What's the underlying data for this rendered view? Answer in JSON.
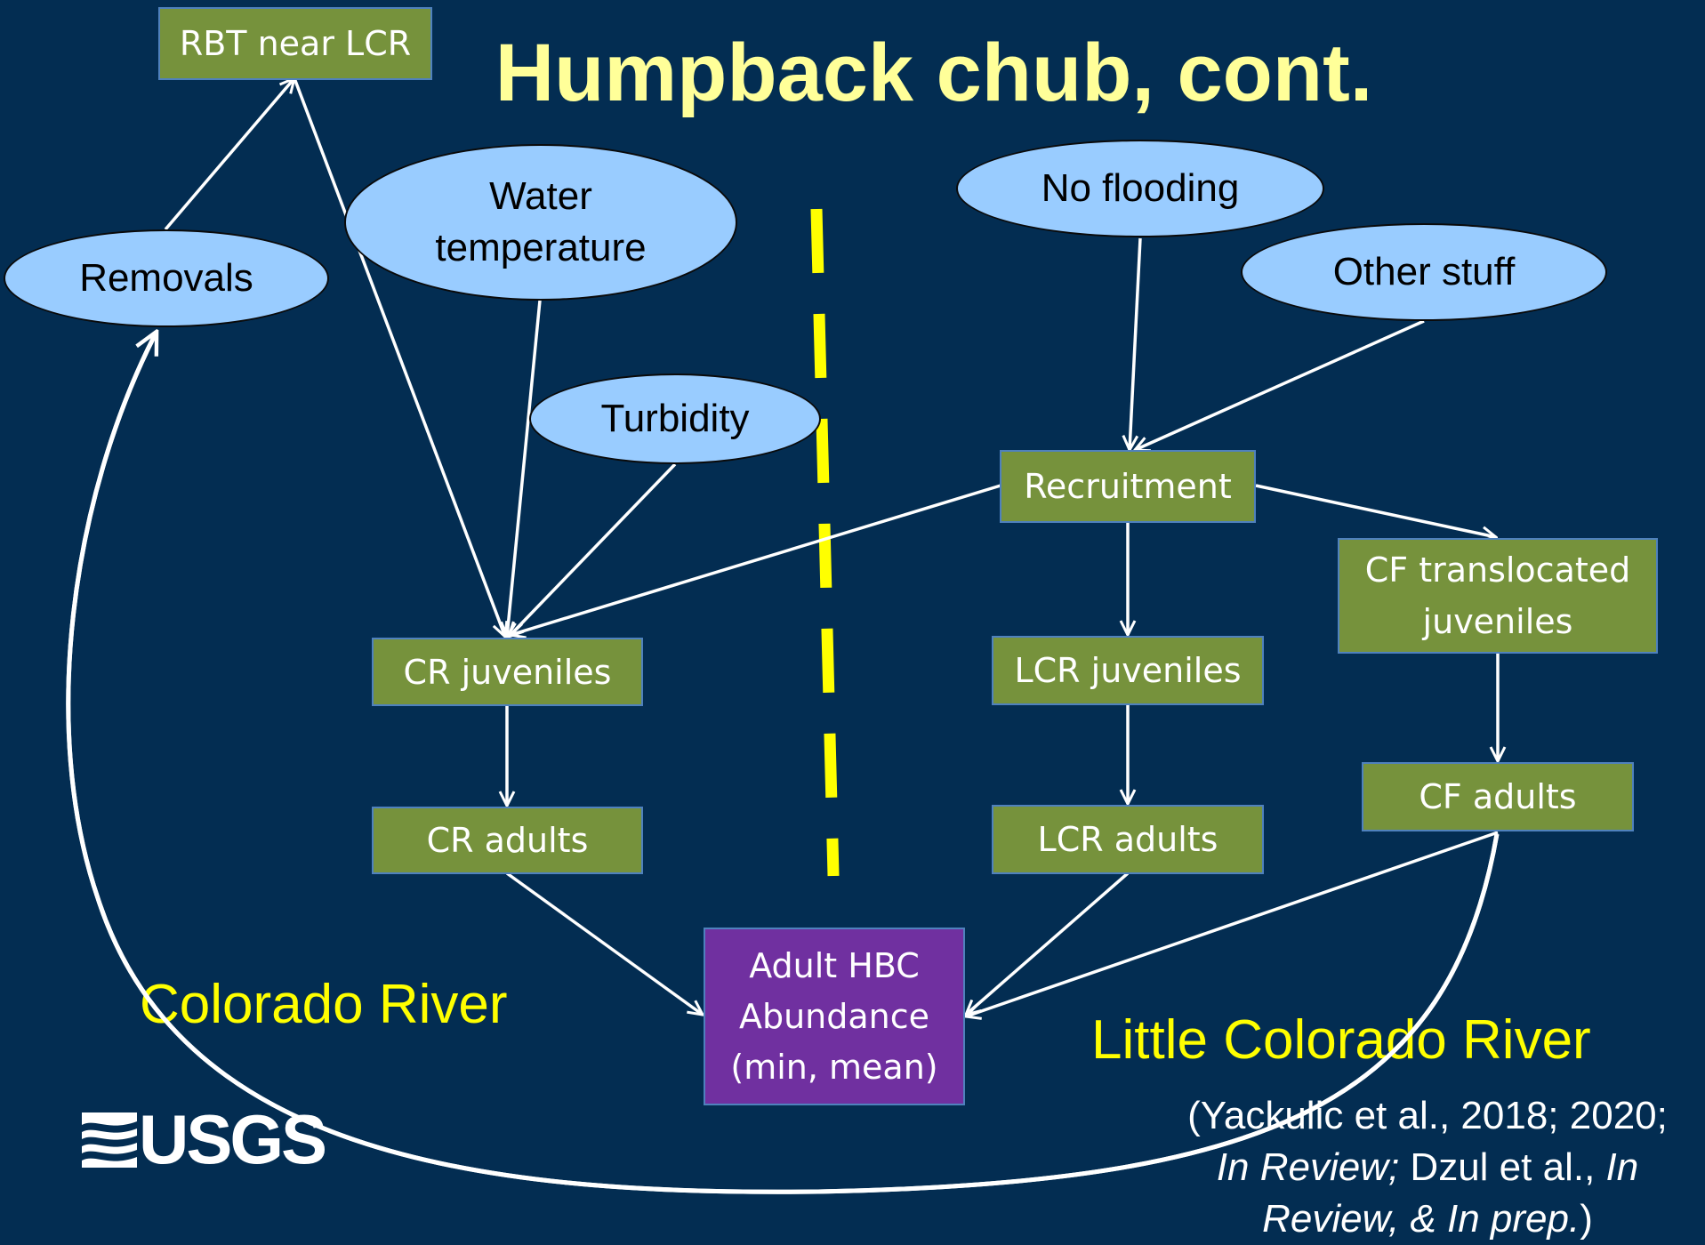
{
  "title": "Humpback chub, cont.",
  "nodes": {
    "rbt": "RBT near LCR",
    "removals": "Removals",
    "water_temp": [
      "Water",
      "temperature"
    ],
    "turbidity": "Turbidity",
    "no_flooding": "No flooding",
    "other_stuff": "Other stuff",
    "recruitment": "Recruitment",
    "cr_juveniles": "CR juveniles",
    "cr_adults": "CR adults",
    "lcr_juveniles": "LCR juveniles",
    "lcr_adults": "LCR adults",
    "cf_translocated": [
      "CF translocated",
      "juveniles"
    ],
    "cf_adults": "CF adults",
    "adult_hbc": [
      "Adult HBC",
      "Abundance",
      "(min, mean)"
    ]
  },
  "regions": {
    "colorado": "Colorado River",
    "little_colorado": "Little Colorado River"
  },
  "logo": {
    "text": "USGS",
    "icon": "usgs-wave-icon"
  },
  "citation": {
    "p1": "(Yackulic et al., 2018; 2020;",
    "p2_it": "In Review;",
    "p3": " Dzul et al., ",
    "p4_it": "In",
    "p5_it": "Review, & In prep.",
    "p6": ")"
  },
  "colors": {
    "background": "#032d52",
    "title": "#ffff99",
    "box_fill": "#76923c",
    "box_border": "#4f81bd",
    "oval_fill": "#99ccff",
    "abundance_fill": "#7030a0",
    "region_text": "#ffff00",
    "divider": "#ffff00",
    "arrow": "#ffffff"
  }
}
